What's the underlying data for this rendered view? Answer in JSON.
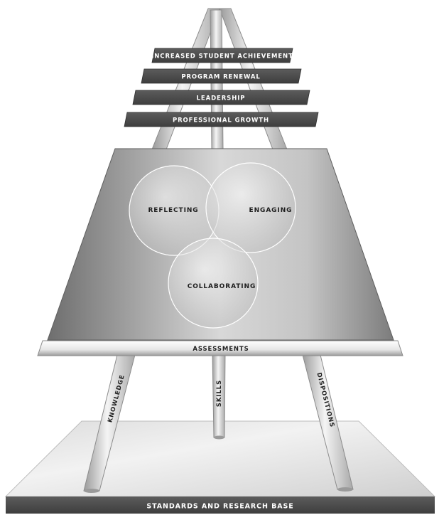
{
  "tiers": [
    {
      "label": "INCREASED STUDENT ACHIEVEMENT"
    },
    {
      "label": "PROGRAM RENEWAL"
    },
    {
      "label": "LEADERSHIP"
    },
    {
      "label": "PROFESSIONAL GROWTH"
    }
  ],
  "circles": {
    "reflecting": "REFLECTING",
    "engaging": "ENGAGING",
    "collaborating": "COLLABORATING"
  },
  "tray_label": "ASSESSMENTS",
  "legs": {
    "left": "KNOWLEDGE",
    "center": "SKILLS",
    "right": "DISPOSITIONS"
  },
  "base_label": "STANDARDS AND RESEARCH BASE",
  "colors": {
    "banner_dark": "#4a4a4a",
    "banner_text": "#ffffff",
    "canvas_dark": "#7a7a7a",
    "label_text": "#1e1e1e"
  }
}
